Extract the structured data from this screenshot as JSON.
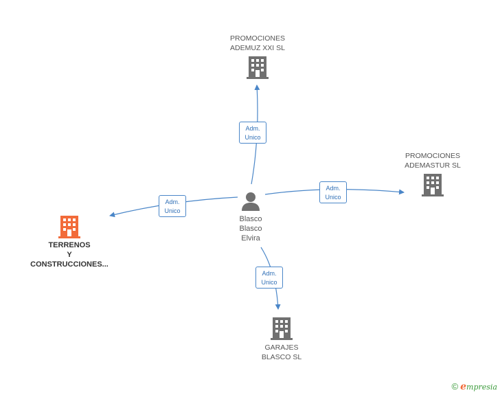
{
  "colors": {
    "edge": "#4a86c8",
    "building": "#707070",
    "main_building": "#f26b3a",
    "person": "#707070"
  },
  "nodes": {
    "ademuz": {
      "line1": "PROMOCIONES",
      "line2": "ADEMUZ XXI SL",
      "icon": "building-icon"
    },
    "ademastur": {
      "line1": "PROMOCIONES",
      "line2": "ADEMASTUR  SL",
      "icon": "building-icon"
    },
    "terrenos": {
      "line1": "TERRENOS",
      "line2": "Y",
      "line3": "CONSTRUCCIONES...",
      "icon": "building-icon"
    },
    "garajes": {
      "line1": "GARAJES",
      "line2": "BLASCO SL",
      "icon": "building-icon"
    },
    "person": {
      "line1": "Blasco",
      "line2": "Blasco",
      "line3": "Elvira",
      "icon": "person-icon"
    }
  },
  "edges": [
    {
      "to": "ademuz",
      "line1": "Adm.",
      "line2": "Unico"
    },
    {
      "to": "ademastur",
      "line1": "Adm.",
      "line2": "Unico"
    },
    {
      "to": "terrenos",
      "line1": "Adm.",
      "line2": "Unico"
    },
    {
      "to": "garajes",
      "line1": "Adm.",
      "line2": "Unico"
    }
  ],
  "brand": {
    "copyright": "©",
    "e": "e",
    "rest": "mpresia"
  }
}
